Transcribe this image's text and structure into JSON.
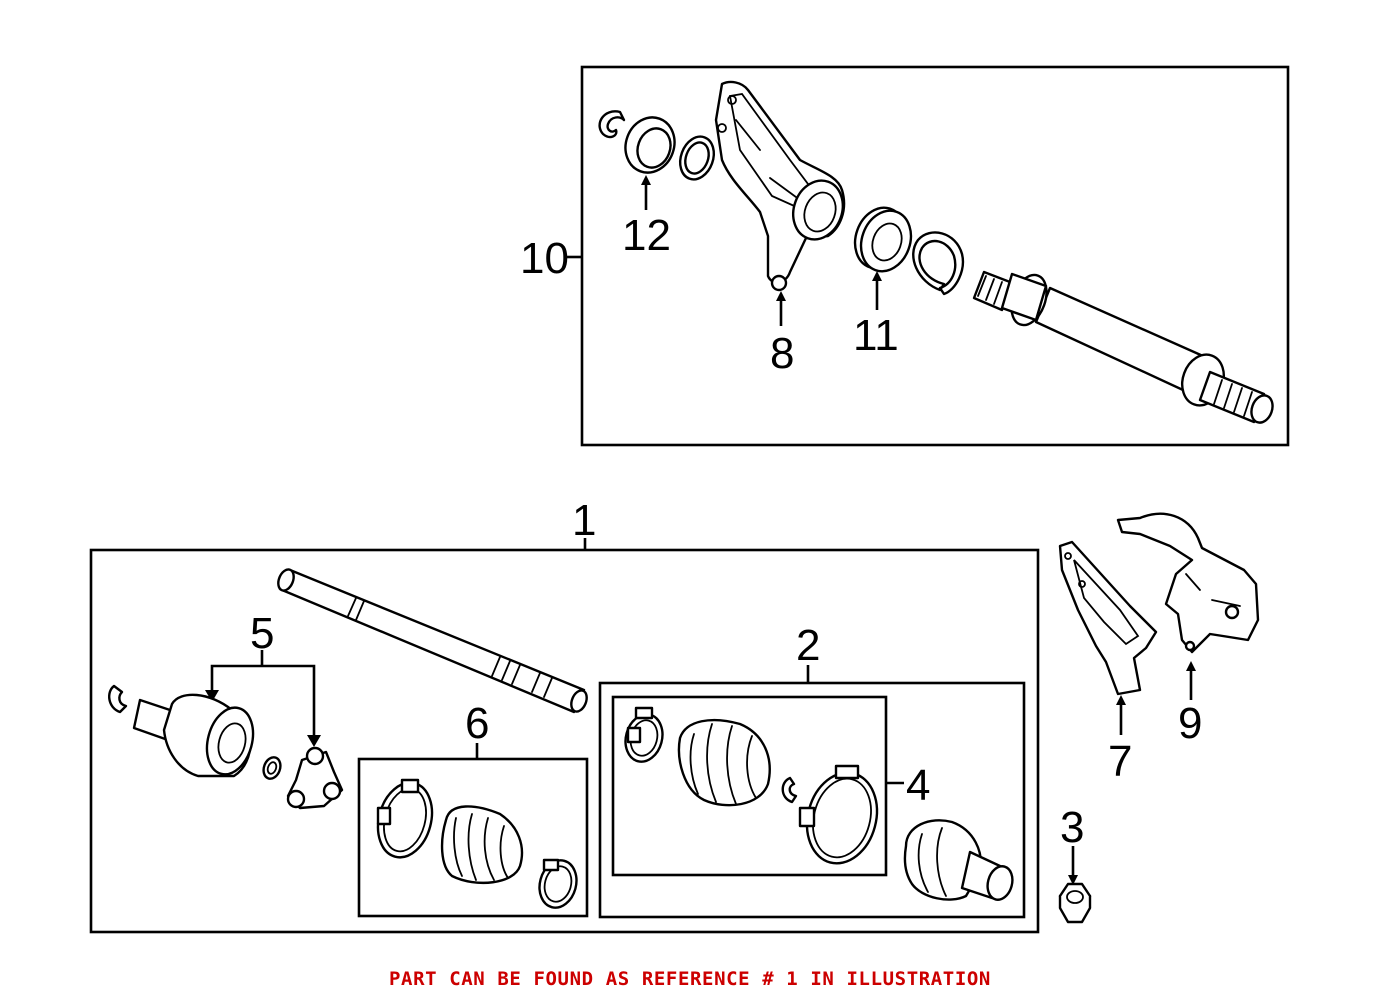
{
  "diagram": {
    "callouts": {
      "ref1": "1",
      "ref2": "2",
      "ref3": "3",
      "ref4": "4",
      "ref5": "5",
      "ref6": "6",
      "ref7": "7",
      "ref8": "8",
      "ref9": "9",
      "ref10": "10",
      "ref11": "11",
      "ref12": "12"
    }
  },
  "footer": {
    "note": "PART CAN BE FOUND AS REFERENCE # 1 IN ILLUSTRATION",
    "color": "#cc0000"
  }
}
